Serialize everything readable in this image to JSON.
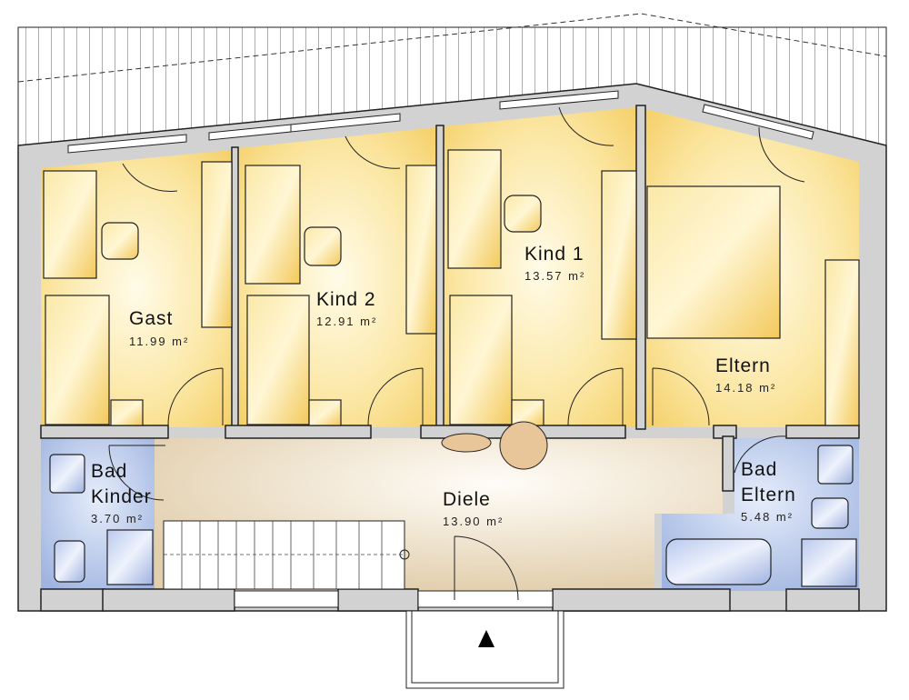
{
  "plan": {
    "rooms": [
      {
        "name": "Gast",
        "area": "11.99 m²"
      },
      {
        "name": "Kind 2",
        "area": "12.91 m²"
      },
      {
        "name": "Kind 1",
        "area": "13.57 m²"
      },
      {
        "name": "Eltern",
        "area": "14.18 m²"
      },
      {
        "name_line1": "Bad",
        "name_line2": "Kinder",
        "area": "3.70 m²"
      },
      {
        "name": "Diele",
        "area": "13.90 m²"
      },
      {
        "name_line1": "Bad",
        "name_line2": "Eltern",
        "area": "5.48 m²"
      }
    ],
    "colors": {
      "rooms": "#f7d97a",
      "bath": "#a9bde6",
      "hall": "#ecdcc3",
      "wall": "#d2d2d2"
    },
    "icons": [
      "north-arrow-icon"
    ]
  }
}
